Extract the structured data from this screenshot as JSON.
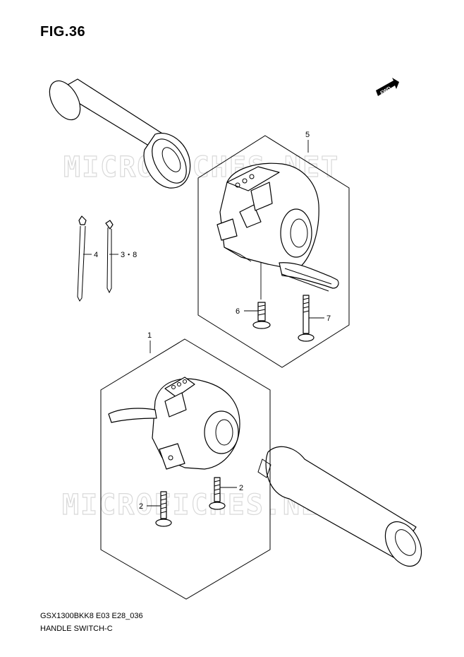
{
  "title": "FIG.36",
  "footer": {
    "model_code": "GSX1300BKK8 E03 E28_036",
    "part_name": "HANDLE SWITCH-C"
  },
  "watermark": "MICROFICHES.NET",
  "fwd_label": "FWD",
  "callouts": {
    "c1": "1",
    "c2a": "2",
    "c2b": "2",
    "c3": "3・8",
    "c4": "4",
    "c5": "5",
    "c6": "6",
    "c7": "7"
  }
}
